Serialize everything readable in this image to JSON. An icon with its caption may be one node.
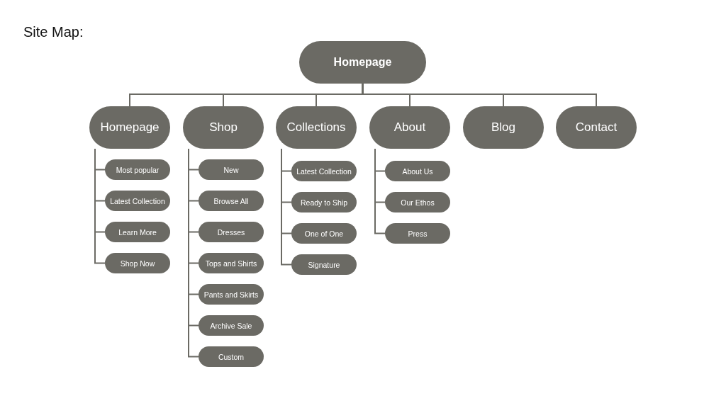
{
  "diagram": {
    "title": "Site Map:",
    "nodes": [
      {
        "text": [
          "Homepage"
        ]
      },
      {
        "text": [
          "Homepage"
        ]
      },
      {
        "text": [
          "Most popular"
        ]
      },
      {
        "text": [
          "Latest Collection"
        ]
      },
      {
        "text": [
          "Learn More"
        ]
      },
      {
        "text": [
          "Shop Now"
        ]
      },
      {
        "text": [
          "Shop"
        ]
      },
      {
        "text": [
          "New"
        ]
      },
      {
        "text": [
          "Browse All"
        ]
      },
      {
        "text": [
          "Dresses"
        ]
      },
      {
        "text": [
          "Tops and Shirts"
        ]
      },
      {
        "text": [
          "Pants and Skirts"
        ]
      },
      {
        "text": [
          "Archive Sale"
        ]
      },
      {
        "text": [
          "Custom"
        ]
      },
      {
        "text": [
          "Collections"
        ]
      },
      {
        "text": [
          "Latest Collection"
        ]
      },
      {
        "text": [
          "Ready to Ship"
        ]
      },
      {
        "text": [
          "One of One"
        ]
      },
      {
        "text": [
          "Signature"
        ]
      },
      {
        "text": [
          "About"
        ]
      },
      {
        "text": [
          "About Us"
        ]
      },
      {
        "text": [
          "Our Ethos"
        ]
      },
      {
        "text": [
          "Press"
        ]
      },
      {
        "text": [
          "Blog"
        ]
      },
      {
        "text": [
          "Contact"
        ]
      }
    ],
    "edges": [
      {
        "from": 0,
        "to": 1,
        "arrow": "none"
      },
      {
        "from": 0,
        "to": 6,
        "arrow": "none"
      },
      {
        "from": 0,
        "to": 14,
        "arrow": "none"
      },
      {
        "from": 0,
        "to": 19,
        "arrow": "none"
      },
      {
        "from": 0,
        "to": 23,
        "arrow": "none"
      },
      {
        "from": 0,
        "to": 24,
        "arrow": "none"
      },
      {
        "from": 1,
        "to": 2,
        "arrow": "none"
      },
      {
        "from": 1,
        "to": 3,
        "arrow": "none"
      },
      {
        "from": 1,
        "to": 4,
        "arrow": "none"
      },
      {
        "from": 1,
        "to": 5,
        "arrow": "none"
      },
      {
        "from": 6,
        "to": 7,
        "arrow": "none"
      },
      {
        "from": 6,
        "to": 8,
        "arrow": "none"
      },
      {
        "from": 6,
        "to": 9,
        "arrow": "none"
      },
      {
        "from": 6,
        "to": 10,
        "arrow": "none"
      },
      {
        "from": 6,
        "to": 11,
        "arrow": "none"
      },
      {
        "from": 6,
        "to": 12,
        "arrow": "none"
      },
      {
        "from": 6,
        "to": 13,
        "arrow": "none"
      },
      {
        "from": 14,
        "to": 15,
        "arrow": "none"
      },
      {
        "from": 14,
        "to": 16,
        "arrow": "none"
      },
      {
        "from": 14,
        "to": 17,
        "arrow": "none"
      },
      {
        "from": 14,
        "to": 18,
        "arrow": "none"
      },
      {
        "from": 19,
        "to": 20,
        "arrow": "none"
      },
      {
        "from": 19,
        "to": 21,
        "arrow": "none"
      },
      {
        "from": 19,
        "to": 22,
        "arrow": "none"
      }
    ]
  }
}
